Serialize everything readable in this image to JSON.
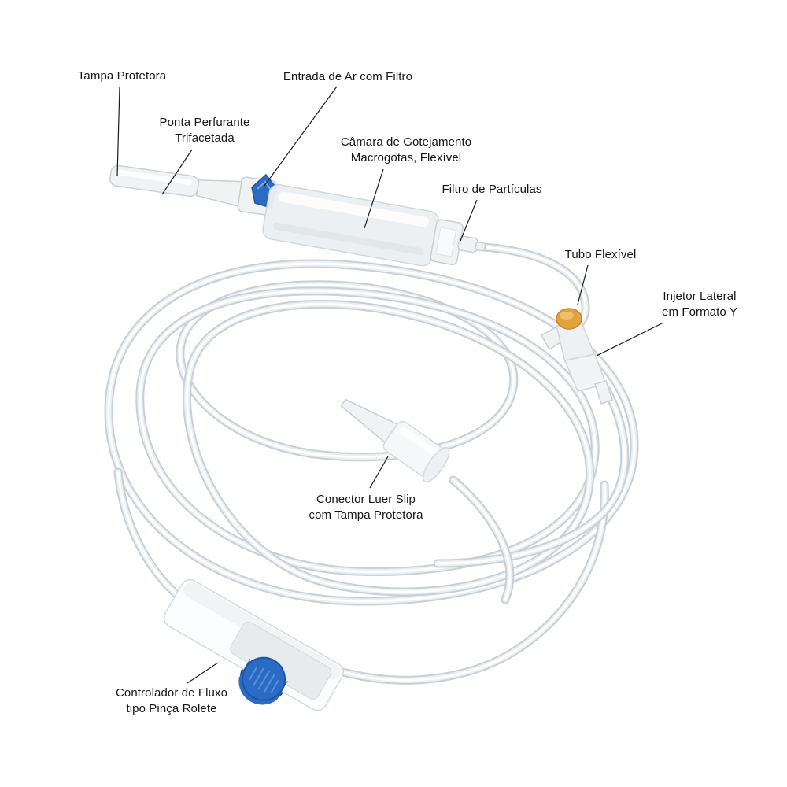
{
  "diagram": {
    "subject": "Equipo de infusão (IV administration set) com componentes anotados",
    "background": "#ffffff"
  },
  "colors": {
    "accent_blue": "#2a6bc4",
    "accent_blue_dark": "#1e55a0",
    "accent_orange": "#e2a33e",
    "accent_orange_dark": "#c9882a",
    "tubing": "#c8cfd6",
    "leader_line": "#1c1c1c",
    "text": "#161616"
  },
  "labels": {
    "tampa_protetora": "Tampa Protetora",
    "entrada_ar": "Entrada de Ar com Filtro",
    "ponta_perfurante": "Ponta Perfurante\nTrifacetada",
    "camara_gotejamento": "Câmara de Gotejamento\nMacrogotas, Flexível",
    "filtro_particulas": "Filtro de Partículas",
    "tubo_flexivel": "Tubo Flexível",
    "injetor_lateral": "Injetor Lateral\nem Formato Y",
    "conector_luer": "Conector Luer Slip\ncom Tampa Protetora",
    "controlador_fluxo": "Controlador de Fluxo\ntipo Pinça Rolete"
  }
}
